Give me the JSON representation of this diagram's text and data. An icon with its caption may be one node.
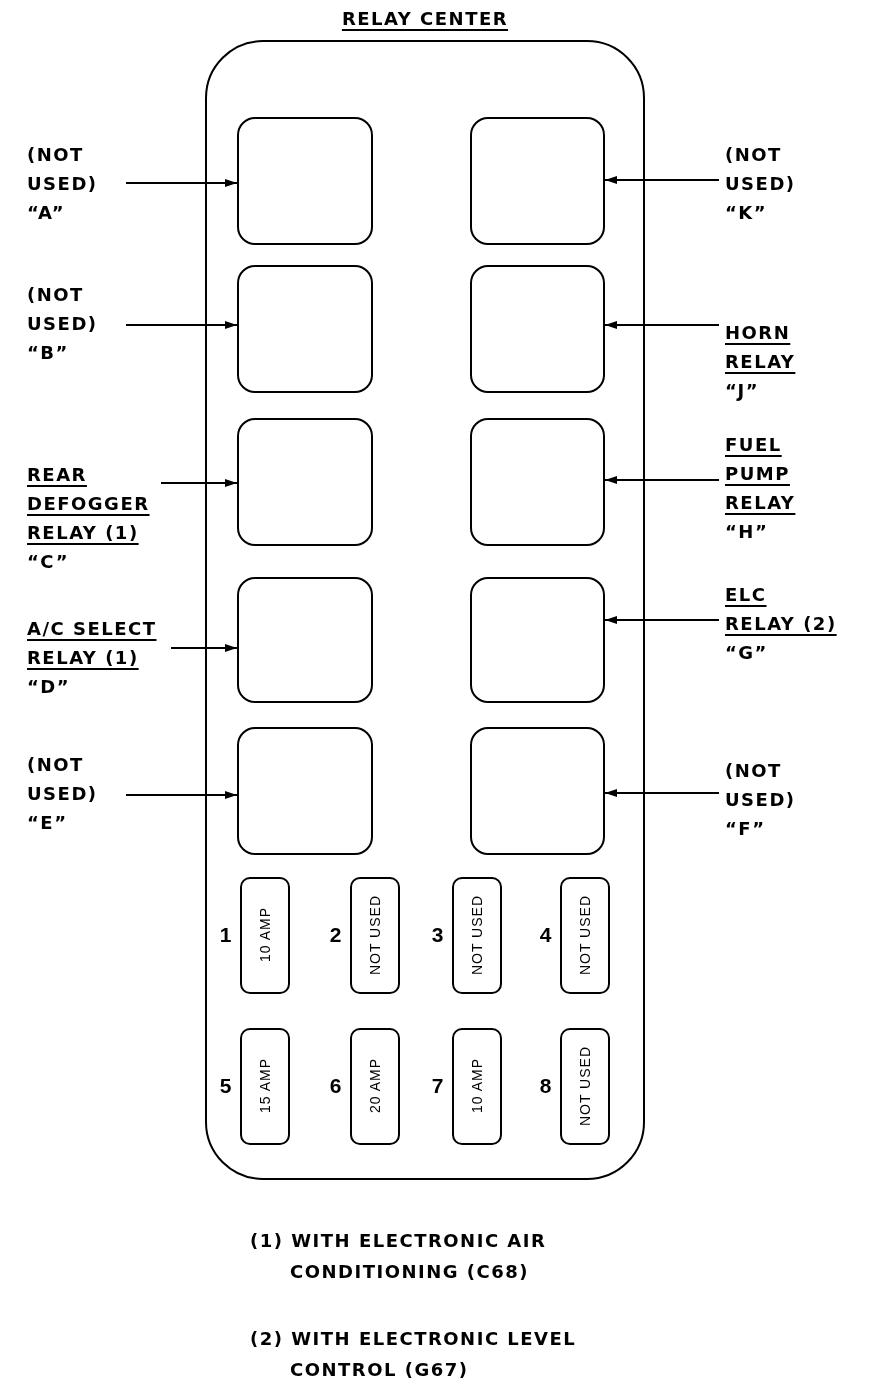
{
  "diagram": {
    "title": "RELAY CENTER",
    "nodes": [
      {
        "text": [],
        "shape": "box"
      },
      {
        "text": [
          "(NOT USED)",
          "“A”"
        ]
      },
      {
        "text": [],
        "shape": "box",
        "in": 0
      },
      {
        "text": [],
        "shape": "box",
        "in": 0
      },
      {
        "text": [
          "(NOT USED)",
          "“K”"
        ]
      },
      {
        "text": [
          "(NOT USED)",
          "“B”"
        ]
      },
      {
        "text": [],
        "shape": "box",
        "in": 0
      },
      {
        "text": [],
        "shape": "box",
        "in": 0
      },
      {
        "text": [
          "HORN RELAY",
          "“J”"
        ]
      },
      {
        "text": [
          "REAR DEFOGGER RELAY (1)",
          "“C”"
        ]
      },
      {
        "text": [],
        "shape": "box",
        "in": 0
      },
      {
        "text": [],
        "shape": "box",
        "in": 0
      },
      {
        "text": [
          "FUEL PUMP RELAY",
          "“H”"
        ]
      },
      {
        "text": [
          "A/C SELECT RELAY (1)",
          "“D”"
        ]
      },
      {
        "text": [],
        "shape": "box",
        "in": 0
      },
      {
        "text": [],
        "shape": "box",
        "in": 0
      },
      {
        "text": [
          "ELC RELAY (2)",
          "“G”"
        ]
      },
      {
        "text": [
          "(NOT USED)",
          "“E”"
        ]
      },
      {
        "text": [],
        "shape": "box",
        "in": 0
      },
      {
        "text": [],
        "shape": "box",
        "in": 0
      },
      {
        "text": [
          "(NOT USED)",
          "“F”"
        ]
      },
      {
        "text": [
          "10 AMP"
        ],
        "beside": [
          "1"
        ],
        "in": 0
      },
      {
        "text": [
          "NOT USED"
        ],
        "beside": [
          "2"
        ],
        "in": 0
      },
      {
        "text": [
          "NOT USED"
        ],
        "beside": [
          "3"
        ],
        "in": 0
      },
      {
        "text": [
          "NOT USED"
        ],
        "beside": [
          "4"
        ],
        "in": 0
      },
      {
        "text": [
          "15 AMP"
        ],
        "beside": [
          "5"
        ],
        "in": 0
      },
      {
        "text": [
          "20 AMP"
        ],
        "beside": [
          "6"
        ],
        "in": 0
      },
      {
        "text": [
          "10 AMP"
        ],
        "beside": [
          "7"
        ],
        "in": 0
      },
      {
        "text": [
          "NOT USED"
        ],
        "beside": [
          "8"
        ],
        "in": 0
      }
    ],
    "edges": [
      {
        "from": 1,
        "to": 2,
        "arrow": "to"
      },
      {
        "from": 4,
        "to": 3,
        "arrow": "to"
      },
      {
        "from": 5,
        "to": 6,
        "arrow": "to"
      },
      {
        "from": 8,
        "to": 7,
        "arrow": "to"
      },
      {
        "from": 9,
        "to": 10,
        "arrow": "to"
      },
      {
        "from": 12,
        "to": 11,
        "arrow": "to"
      },
      {
        "from": 13,
        "to": 14,
        "arrow": "to"
      },
      {
        "from": 16,
        "to": 15,
        "arrow": "to"
      },
      {
        "from": 17,
        "to": 18,
        "arrow": "to"
      },
      {
        "from": 20,
        "to": 19,
        "arrow": "to"
      }
    ],
    "labels": [
      "(1) WITH ELECTRONIC AIR CONDITIONING (C68)",
      "(2) WITH ELECTRONIC LEVEL CONTROL (G67)"
    ]
  }
}
